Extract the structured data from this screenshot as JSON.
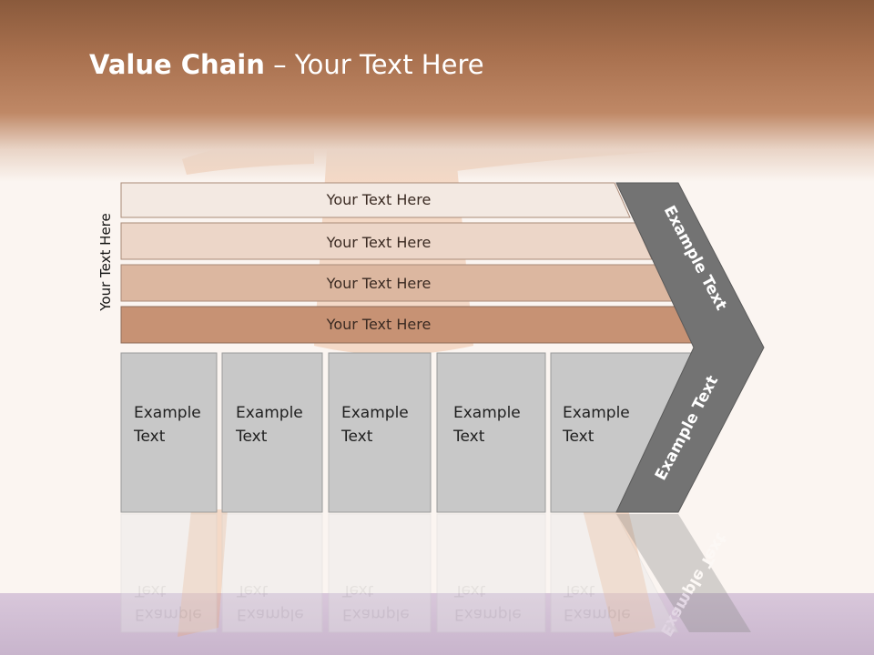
{
  "title": {
    "bold": "Value Chain",
    "rest": " – Your Text Here"
  },
  "side_label": "Your Text Here",
  "bars": [
    {
      "label": "Your Text Here",
      "color": "#f3e9e2"
    },
    {
      "label": "Your Text Here",
      "color": "#ecd6c8"
    },
    {
      "label": "Your Text Here",
      "color": "#dcb7a0"
    },
    {
      "label": "Your Text Here",
      "color": "#c79274"
    }
  ],
  "boxes": [
    {
      "line1": "Example",
      "line2": "Text"
    },
    {
      "line1": "Example",
      "line2": "Text"
    },
    {
      "line1": "Example",
      "line2": "Text"
    },
    {
      "line1": "Example",
      "line2": "Text"
    },
    {
      "line1": "Example",
      "line2": "Text"
    }
  ],
  "chevron_top_label": "Example Text",
  "chevron_bottom_label": "Example Text",
  "colors": {
    "chevron": "#737373",
    "box": "#c8c8c8",
    "box_border": "#9a9a9a",
    "mat": "#c8b2cf"
  }
}
